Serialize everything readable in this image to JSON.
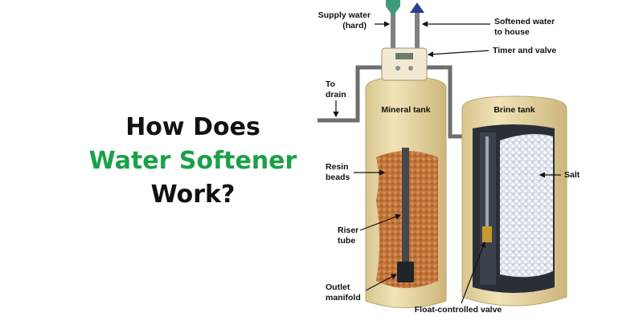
{
  "headline": {
    "line1": "How Does",
    "line2": "Water Softener",
    "line3": "Work?",
    "accent_color": "#1aa048",
    "text_color": "#111111"
  },
  "diagram": {
    "labels": {
      "supply_water": [
        "Supply water",
        "(hard)"
      ],
      "softened_water": [
        "Softened water",
        "to house"
      ],
      "timer_valve": "Timer and valve",
      "to_drain": [
        "To",
        "drain"
      ],
      "mineral_tank": "Mineral tank",
      "brine_tank": "Brine tank",
      "resin_beads": [
        "Resin",
        "beads"
      ],
      "salt": "Salt",
      "riser_tube": [
        "Riser",
        "tube"
      ],
      "outlet_manifold": [
        "Outlet",
        "manifold"
      ],
      "float_valve": "Float-controlled valve"
    },
    "colors": {
      "tank": "#ead9a8",
      "resin": "#c2753a",
      "brine_interior": "#2a2f37",
      "salt": "#e4e8ee",
      "supply_arrow": "#3d9a7a",
      "softened_arrow": "#2a3f8a",
      "pipe": "#6d6e70"
    }
  }
}
